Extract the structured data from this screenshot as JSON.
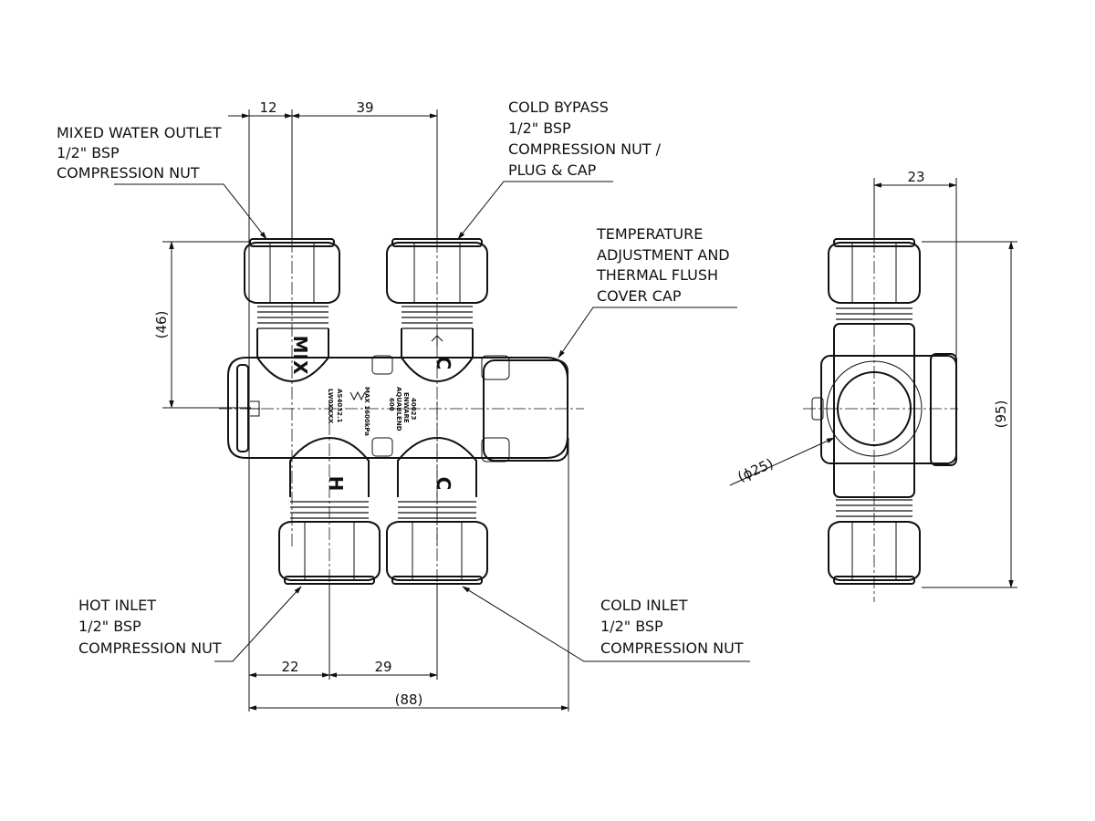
{
  "callouts": {
    "mixed_outlet": [
      "MIXED WATER OUTLET",
      "1/2\" BSP",
      "COMPRESSION NUT"
    ],
    "cold_bypass": [
      "COLD BYPASS",
      "1/2\" BSP",
      "COMPRESSION NUT /",
      "PLUG & CAP"
    ],
    "temperature": [
      "TEMPERATURE",
      "ADJUSTMENT AND",
      "THERMAL FLUSH",
      "COVER CAP"
    ],
    "hot_inlet": [
      "HOT INLET",
      "1/2\" BSP",
      "COMPRESSION NUT"
    ],
    "cold_inlet": [
      "COLD INLET",
      "1/2\" BSP",
      "COMPRESSION NUT"
    ]
  },
  "dimensions": {
    "top_left": "12",
    "top_right": "39",
    "left_height": "(46)",
    "bottom_left": "22",
    "bottom_mid": "29",
    "bottom_total": "(88)",
    "side_depth": "23",
    "side_height": "(95)",
    "diameter": "(ϕ25)"
  },
  "port_markings": {
    "mix": "MIX",
    "cold_top": "C",
    "hot": "H",
    "cold_bottom": "C"
  },
  "body_text": [
    "40023",
    "ENWARE",
    "AQUABLEND",
    "600",
    "MAX 1600kPa",
    "AS4032.1",
    "LW0XXXX"
  ]
}
